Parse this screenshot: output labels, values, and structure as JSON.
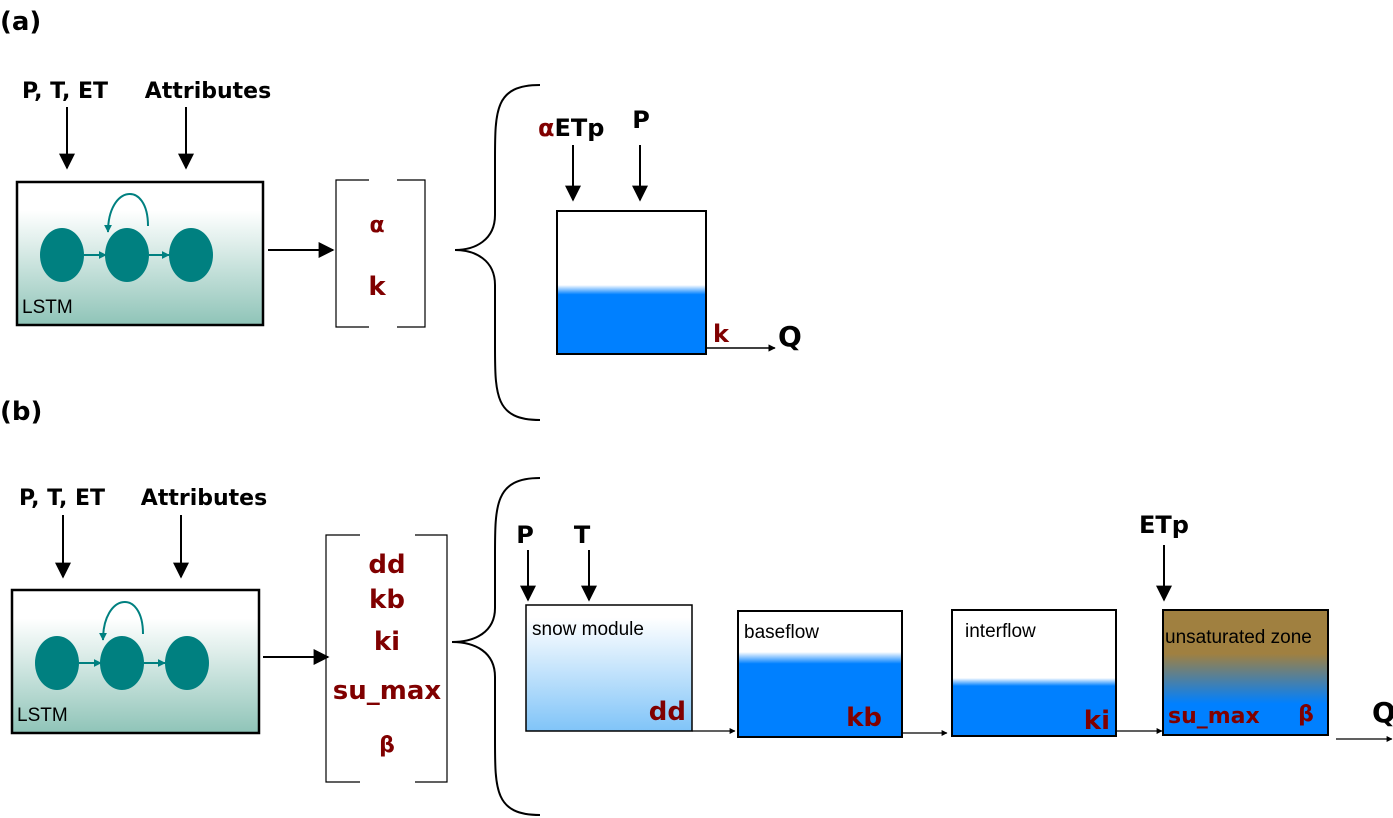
{
  "panel_a": {
    "label": "(a)",
    "inputs": "P, T, ET",
    "attributes": "Attributes",
    "lstm_label": "LSTM",
    "params": [
      "α",
      "k"
    ],
    "forcing_alpha": "α",
    "forcing_etp": "ETp",
    "forcing_p": "P",
    "bucket_param": "k",
    "output": "Q"
  },
  "panel_b": {
    "label": "(b)",
    "inputs": "P, T, ET",
    "attributes": "Attributes",
    "lstm_label": "LSTM",
    "params": [
      "dd",
      "kb",
      "ki",
      "su_max",
      "β"
    ],
    "forcing_p": "P",
    "forcing_t": "T",
    "forcing_etp": "ETp",
    "stores": [
      {
        "name": "snow module",
        "param": "dd"
      },
      {
        "name": "baseflow",
        "param": "kb"
      },
      {
        "name": "interflow",
        "param": "ki"
      },
      {
        "name": "unsaturated zone",
        "param": "su_max",
        "param2": "β"
      }
    ],
    "output": "Q"
  },
  "colors": {
    "lstm_teal": "#008080",
    "water": "#0080ff",
    "soil": "#a08040",
    "param_red": "#800000"
  }
}
